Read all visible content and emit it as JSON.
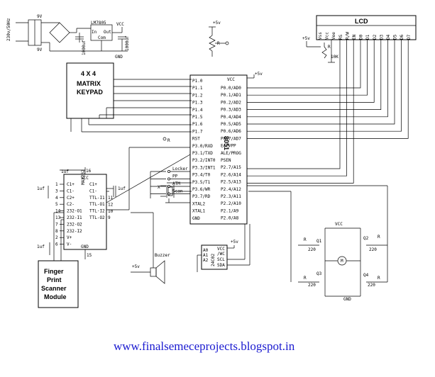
{
  "power_supply": {
    "ac_input": "230v/50Hz",
    "transformer_out": "9V",
    "transformer_out2": "9V",
    "regulator": "LM7805",
    "reg_in": "In",
    "reg_out": "Out",
    "reg_com": "Com",
    "vcc": "VCC",
    "cap1": "1000uf",
    "cap2": "1000uf",
    "gnd": "GND"
  },
  "pot": {
    "supply": "+5v",
    "label": "R"
  },
  "lcd": {
    "title": "LCD",
    "pins": [
      "Vss",
      "Vcc",
      "Vee",
      "RS",
      "R/W",
      "EN",
      "D0",
      "D1",
      "D2",
      "D3",
      "D4",
      "D5",
      "D6",
      "D7"
    ],
    "supply": "+5v",
    "resistor": "R",
    "resistor2": "10K"
  },
  "keypad": {
    "title_line1": "4 X 4",
    "title_line2": "MATRIX",
    "title_line3": "KEYPAD"
  },
  "mcu": {
    "name": "8051",
    "vcc": "VCC",
    "supply": "+5v",
    "left_pins": [
      "P1.0",
      "P1.1",
      "P1.2",
      "P1.3",
      "P1.4",
      "P1.5",
      "P1.6",
      "P1.7",
      "RST",
      "P3.0/RXD",
      "P3.1/TXD",
      "P3.2/INT0",
      "P3.3/INT1",
      "P3.4/T0",
      "P3.5/T1",
      "P3.6/WR",
      "P3.7/RD",
      "XTAL2",
      "XTAL1",
      "GND"
    ],
    "right_pins": [
      "P0.0/AD0",
      "P0.1/AD1",
      "P0.2/AD2",
      "P0.3/AD3",
      "P0.4/AD4",
      "P0.5/AD5",
      "P0.6/AD6",
      "P0.7/AD7",
      "EA/VPP",
      "ALE/PROG",
      "PSEN",
      "P2.7/A15",
      "P2.6/A14",
      "P2.5/A13",
      "P2.4/A12",
      "P2.3/A11",
      "P2.2/A10",
      "P2.1/A9",
      "P2.0/A8"
    ],
    "r_label": "R"
  },
  "switches": [
    "Locker",
    "PP",
    "ATM",
    "Scan"
  ],
  "crystal": {
    "label": "X"
  },
  "max232": {
    "name": "MAX232",
    "pin16": "16",
    "vcc": "VCC",
    "gnd": "GND",
    "pin15": "15",
    "left": [
      "1",
      "3",
      "4",
      "5",
      "14",
      "13",
      "7",
      "8",
      "2",
      "6"
    ],
    "left_labels": [
      "C1+",
      "C1-",
      "C2+",
      "C2-",
      "232-O1",
      "232-I1",
      "232-O2",
      "232-I2",
      "V+",
      "V-"
    ],
    "right_labels": [
      "C1+",
      "C1-",
      "TTL-I1",
      "TTL-O1",
      "TTL-I2",
      "TTL-O2"
    ],
    "right_nums": [
      "11",
      "12",
      "10",
      "9"
    ],
    "cap": "1uf"
  },
  "fingerprint": {
    "line1": "Finger",
    "line2": "Print",
    "line3": "Scanner",
    "line4": "Module"
  },
  "eeprom": {
    "name": "24C02",
    "supply": "+5v",
    "pins_left": [
      "A0",
      "A1",
      "A2"
    ],
    "pins_right": [
      "VCC",
      "/WC",
      "SCL",
      "SDA"
    ]
  },
  "buzzer": {
    "label": "Buzzer",
    "supply": "+5v"
  },
  "motor_driver": {
    "vcc": "VCC",
    "gnd": "GND",
    "motor": "M",
    "transistors": [
      "Q1",
      "Q2",
      "Q3",
      "Q4"
    ],
    "resistors": [
      "R",
      "R",
      "R",
      "R"
    ],
    "values": [
      "220",
      "220",
      "220",
      "220"
    ]
  },
  "footer": {
    "url": "www.finalsemeceprojects.blogspot.in"
  }
}
